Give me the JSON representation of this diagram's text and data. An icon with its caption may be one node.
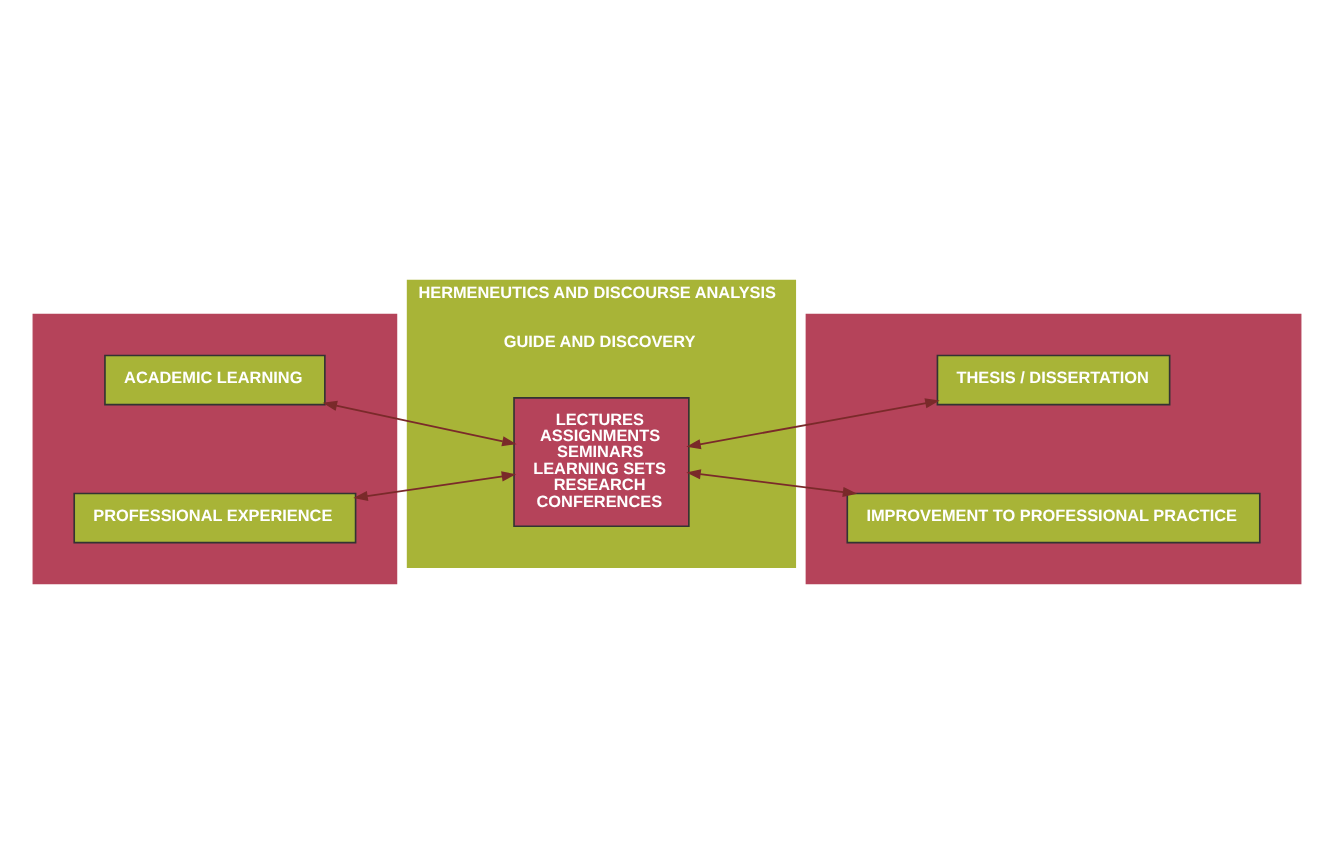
{
  "diagram": {
    "nodes": [
      {
        "text": [],
        "shape": "box"
      },
      {
        "text": [
          "ACADEMIC LEARNING"
        ],
        "in": 0
      },
      {
        "text": [
          "PROFESSIONAL EXPERIENCE"
        ],
        "in": 0
      },
      {
        "text": [
          "HERMENEUTICS AND DISCOURSE ANALYSIS",
          "GUIDE AND DISCOVERY"
        ]
      },
      {
        "text": [
          "LECTURES",
          "ASSIGNMENTS",
          "SEMINARS",
          "LEARNING SETS",
          "RESEARCH",
          "CONFERENCES"
        ],
        "in": 3
      },
      {
        "text": [],
        "shape": "box"
      },
      {
        "text": [
          "THESIS / DISSERTATION"
        ],
        "in": 5
      },
      {
        "text": [
          "IMPROVEMENT TO PROFESSIONAL PRACTICE"
        ],
        "in": 5
      }
    ],
    "edges": [
      {
        "from": 1,
        "to": 4,
        "arrow": "both"
      },
      {
        "from": 2,
        "to": 4,
        "arrow": "both"
      },
      {
        "from": 4,
        "to": 6,
        "arrow": "both"
      },
      {
        "from": 4,
        "to": 7,
        "arrow": "both"
      }
    ]
  }
}
